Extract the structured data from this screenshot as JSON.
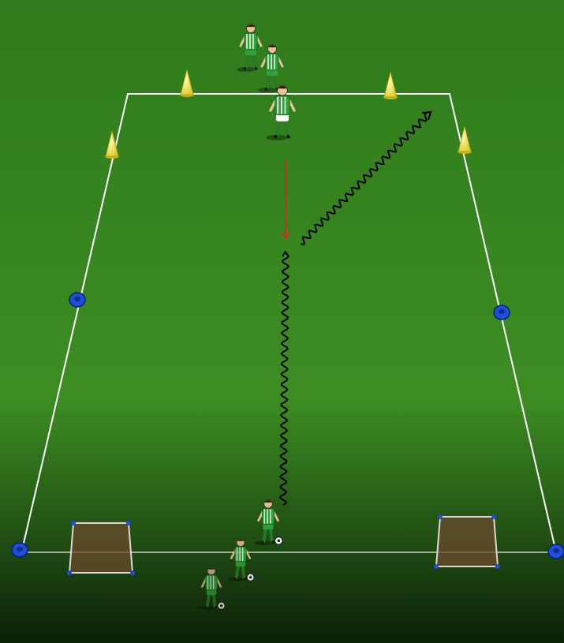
{
  "diagram": {
    "type": "soccer-drill",
    "colors": {
      "pitch_top": "#2f7a1c",
      "pitch_mid": "#3c8d22",
      "pitch_bottom": "#0b1f07",
      "field_line": "#ffffff",
      "cone": "#f2e53a",
      "marker_disc": "#1e4fd8",
      "dribble_arrow": "#000000",
      "run_arrow": "#e02020",
      "jersey_stripe": "#ffffff",
      "jersey": "#2fa23a",
      "goal_net": "#6b4a2c"
    },
    "players": {
      "defenders": 3,
      "attackers": 3,
      "balls": 3
    },
    "equipment": {
      "cones": 4,
      "disc_markers": 4,
      "mini_goals": 2
    },
    "arrows": [
      "dribble",
      "dribble",
      "run"
    ]
  }
}
